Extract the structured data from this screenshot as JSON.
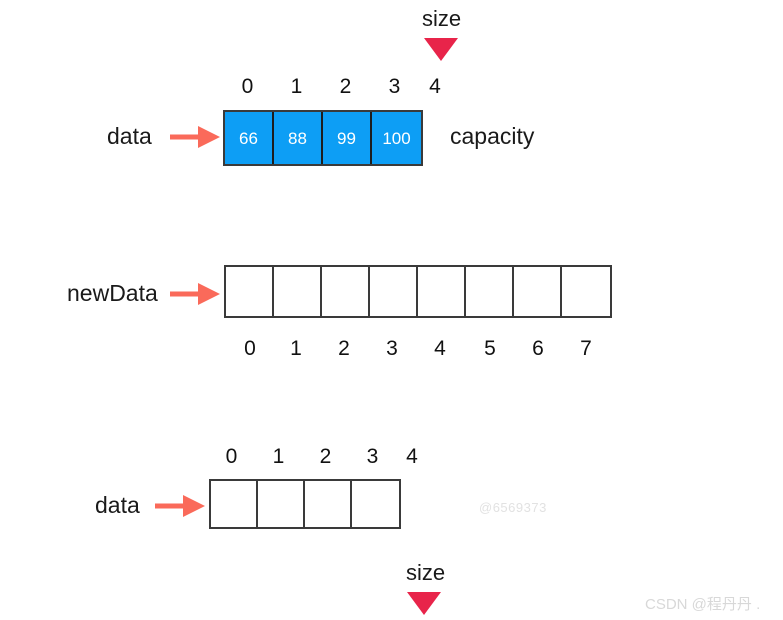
{
  "diagram": {
    "title": "Dynamic array resize (grow) illustration",
    "background_color": "#ffffff",
    "colors": {
      "cell_fill": "#0d9ef5",
      "cell_text": "#ffffff",
      "cell_border": "#3a3a3a",
      "marker_triangle": "#e8244a",
      "pointer_arrow": "#fa6a5a",
      "label_text": "#1a1a1a"
    }
  },
  "top_marker": {
    "label": "size",
    "icon": "triangle-down-icon"
  },
  "bottom_marker": {
    "label": "size",
    "icon": "triangle-down-icon"
  },
  "row_top": {
    "pointer_label": "data",
    "pointer_icon": "arrow-right-icon",
    "capacity_label": "capacity",
    "indices": [
      "0",
      "1",
      "2",
      "3",
      "4"
    ],
    "cells": [
      "66",
      "88",
      "99",
      "100"
    ],
    "cell_count": 4,
    "filled": true
  },
  "row_middle": {
    "pointer_label": "newData",
    "pointer_icon": "arrow-right-icon",
    "indices": [
      "0",
      "1",
      "2",
      "3",
      "4",
      "5",
      "6",
      "7"
    ],
    "cells": [
      "",
      "",
      "",
      "",
      "",
      "",
      "",
      ""
    ],
    "cell_count": 8,
    "filled": false
  },
  "row_bottom": {
    "pointer_label": "data",
    "pointer_icon": "arrow-right-icon",
    "indices": [
      "0",
      "1",
      "2",
      "3",
      "4"
    ],
    "cells": [
      "",
      "",
      "",
      ""
    ],
    "cell_count": 4,
    "filled": false
  },
  "watermarks": {
    "faint_id": "@6569373",
    "csdn": "CSDN @程丹丹 ."
  }
}
